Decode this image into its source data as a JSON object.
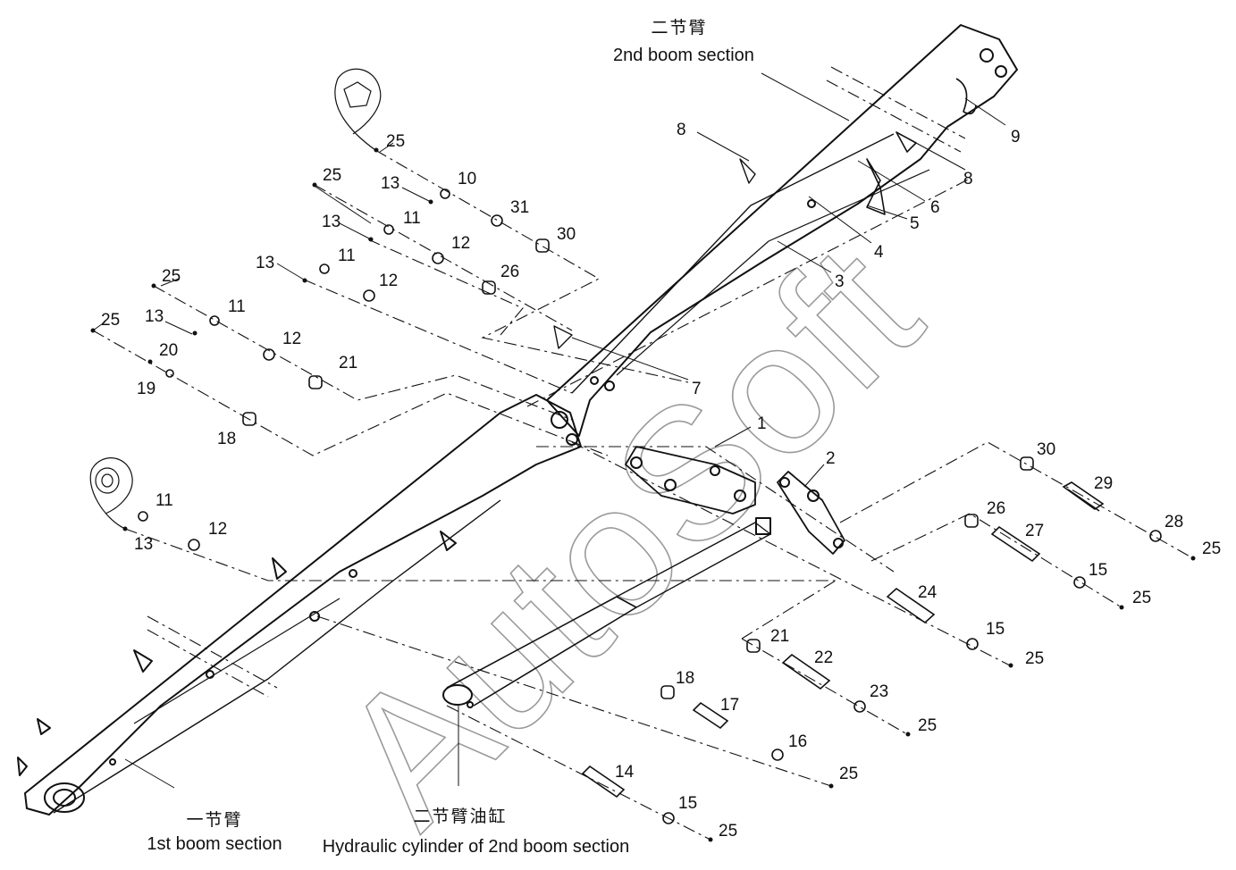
{
  "captions": {
    "second_boom_cn": "二节臂",
    "second_boom_en": "2nd boom section",
    "first_boom_cn": "一节臂",
    "first_boom_en": "1st boom section",
    "cylinder_cn": "二节臂油缸",
    "cylinder_en": "Hydraulic cylinder of 2nd boom section"
  },
  "watermark": "AutoSoft",
  "callouts": [
    "1",
    "2",
    "3",
    "4",
    "5",
    "6",
    "7",
    "8",
    "8",
    "9",
    "10",
    "11",
    "11",
    "11",
    "11",
    "12",
    "12",
    "12",
    "12",
    "12",
    "13",
    "13",
    "13",
    "13",
    "13",
    "14",
    "15",
    "15",
    "15",
    "15",
    "16",
    "17",
    "18",
    "18",
    "19",
    "20",
    "21",
    "21",
    "22",
    "23",
    "24",
    "25",
    "25",
    "25",
    "25",
    "25",
    "25",
    "25",
    "25",
    "25",
    "25",
    "25",
    "26",
    "26",
    "27",
    "28",
    "29",
    "30",
    "30",
    "31"
  ],
  "colors": {
    "line": "#111111",
    "watermark": "#9a9a9a"
  }
}
